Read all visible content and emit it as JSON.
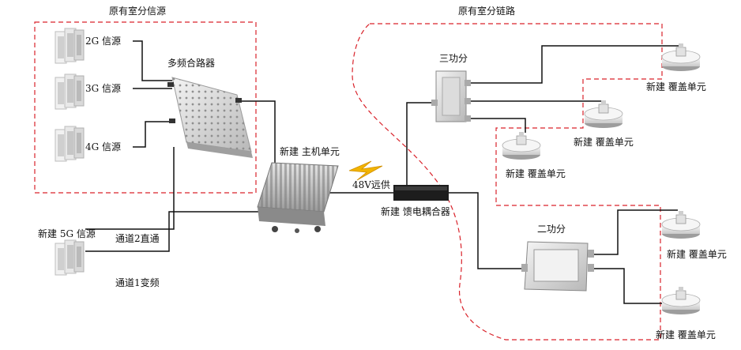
{
  "left_group": {
    "title": "原有室分信源",
    "sources": [
      "2G 信源",
      "3G 信源",
      "4G 信源"
    ],
    "combiner_label": "多频合路器"
  },
  "new_5g_source": "新建 5G 信源",
  "channel_direct": "通道2直通",
  "channel_convert": "通道1变频",
  "host_unit": "新建 主机单元",
  "power_label": "48V远供",
  "feed_coupler": "新建 馈电耦合器",
  "right_group": {
    "title": "原有室分链路",
    "three_splitter": "三功分",
    "two_splitter": "二功分"
  },
  "coverage_unit": "新建 覆盖单元",
  "colors": {
    "boundary": "#d9232b",
    "line": "#111111",
    "bolt": "#f2b400"
  }
}
